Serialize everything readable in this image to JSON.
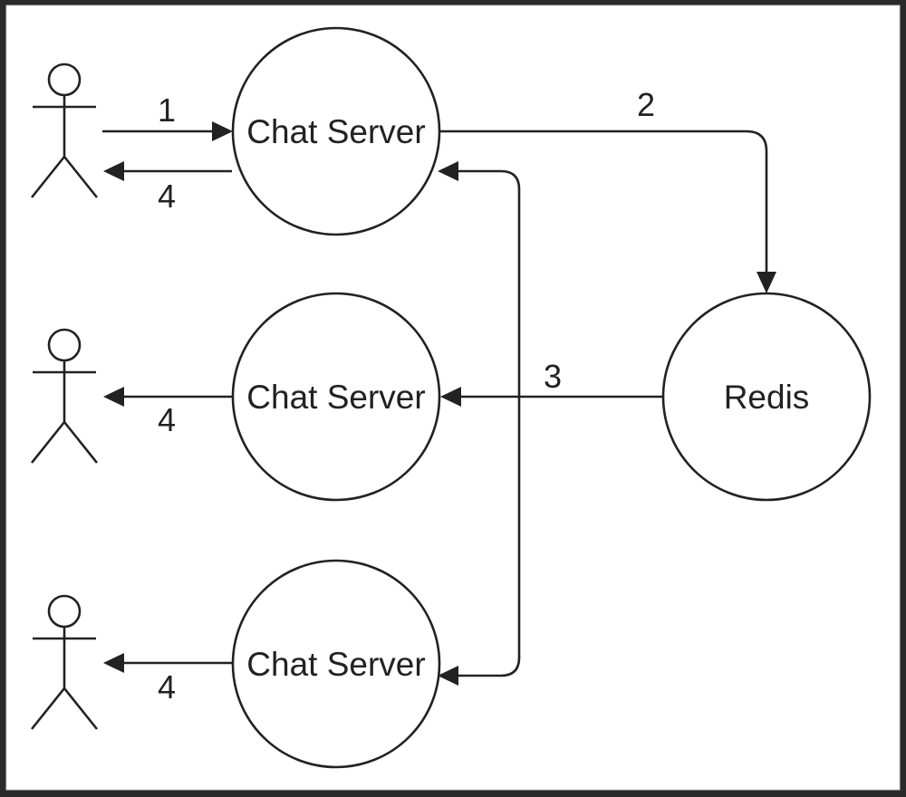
{
  "diagram": {
    "nodes": {
      "server_top": {
        "label": "Chat Server"
      },
      "server_middle": {
        "label": "Chat Server"
      },
      "server_bottom": {
        "label": "Chat Server"
      },
      "redis": {
        "label": "Redis"
      }
    },
    "actors": [
      "user",
      "user",
      "user"
    ],
    "steps": {
      "user_to_server": "1",
      "server_to_redis": "2",
      "redis_broadcast": "3",
      "server_top_to_user": "4",
      "server_middle_to_user": "4",
      "server_bottom_to_user": "4"
    },
    "colors": {
      "stroke": "#222222",
      "background": "#ffffff",
      "frame_outer": "#2a2a2a"
    }
  }
}
